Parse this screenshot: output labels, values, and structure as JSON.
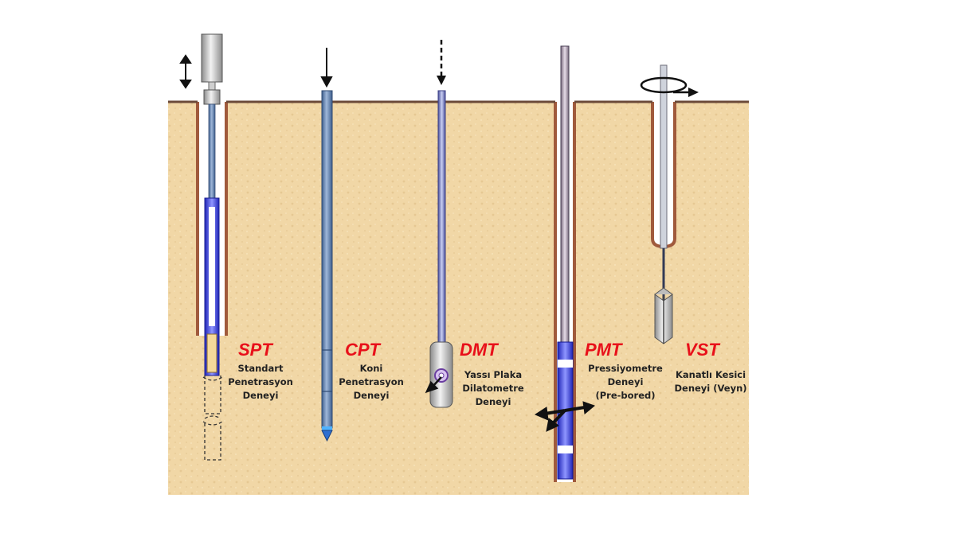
{
  "tests": [
    {
      "abbr": "SPT",
      "lines": [
        "Standart",
        "Penetrasyon",
        "Deneyi"
      ]
    },
    {
      "abbr": "CPT",
      "lines": [
        "Koni",
        "Penetrasyon",
        "Deneyi"
      ]
    },
    {
      "abbr": "DMT",
      "lines": [
        "Yassı Plaka",
        "Dilatometre",
        "Deneyi"
      ]
    },
    {
      "abbr": "PMT",
      "lines": [
        "Pressiyometre",
        "Deneyi",
        "(Pre-bored)"
      ]
    },
    {
      "abbr": "VST",
      "lines": [
        "Kanatlı Kesici",
        "Deneyi (Veyn)"
      ]
    }
  ],
  "colors": {
    "soil": "#f1d7a6",
    "ground_line": "#6b4a3a",
    "borehole_wall": "#a05a3c",
    "label_red": "#e8101a",
    "rod_blue": "#5f7fae",
    "probe_blue": "#2a2fd0"
  }
}
